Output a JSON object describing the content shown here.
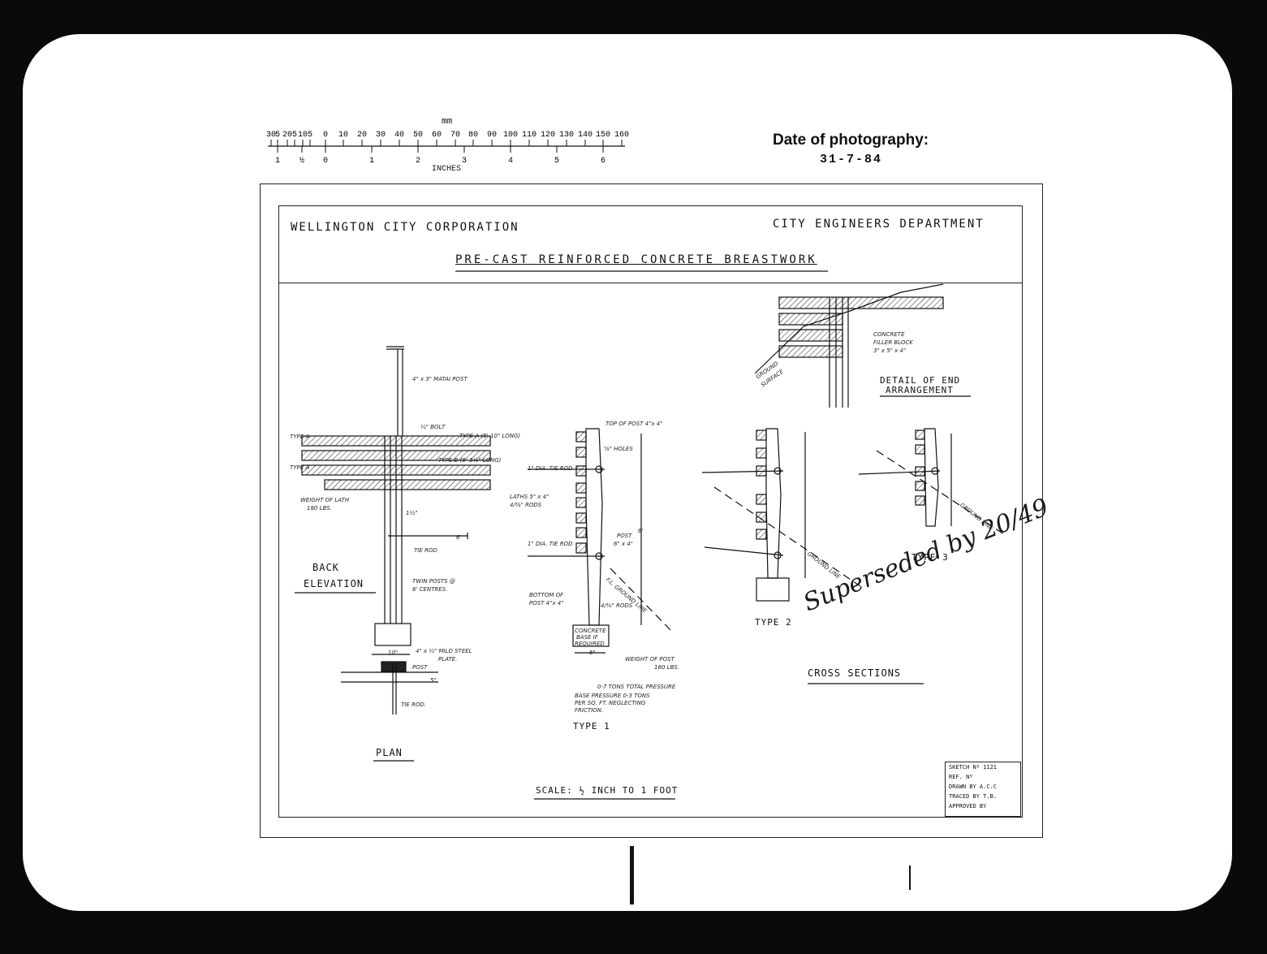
{
  "scale_bar": {
    "unit_mm": "mm",
    "mm_ticks": [
      "30",
      "5",
      "20",
      "5",
      "10",
      "5",
      "0",
      "10",
      "20",
      "30",
      "40",
      "50",
      "60",
      "70",
      "80",
      "90",
      "100",
      "110",
      "120",
      "130",
      "140",
      "150",
      "160"
    ],
    "inch_ticks": [
      "1",
      "½",
      "0",
      "1",
      "2",
      "3",
      "4",
      "5",
      "6"
    ],
    "unit_inches": "INCHES"
  },
  "photo_date": {
    "label": "Date of photography:",
    "value": "31-7-84"
  },
  "title_block": {
    "org": "WELLINGTON CITY CORPORATION",
    "dept": "CITY ENGINEERS DEPARTMENT",
    "title": "PRE-CAST REINFORCED CONCRETE BREASTWORK"
  },
  "views": {
    "back_elevation_line1": "BACK",
    "back_elevation_line2": "ELEVATION",
    "plan": "PLAN",
    "type1": "TYPE 1",
    "type2": "TYPE 2",
    "type3": "TYPE 3",
    "cross_sections": "CROSS SECTIONS",
    "detail_line1": "DETAIL OF END",
    "detail_line2": "ARRANGEMENT",
    "scale": "SCALE: ½ INCH TO 1 FOOT"
  },
  "notes": {
    "matai_post": "4\" x 3\" MATAI POST",
    "bolt": "½\" BOLT",
    "type_a_1": "TYPE A",
    "type_a_2": "TYPE A",
    "type_a_long": "TYPE A (5'-10\" LONG)",
    "type_b_long": "TYPE B (6'-3½\" LONG)",
    "weight_lath": "WEIGHT OF LATH",
    "weight_lath_value": "180 LBS.",
    "half_inch": "1½\"",
    "six_ft": "6'",
    "tie_rod": "TIE ROD",
    "twin_posts": "TWIN POSTS @",
    "twin_posts_2": "6' CENTRES.",
    "top_of_post": "TOP OF POST 4\"x 4\"",
    "holes": "⅝\" HOLES",
    "tie_rod_dia": "1\" DIA. TIE ROD",
    "laths": "LATHS 5\" x 4\"",
    "rods": "4/⅜\" RODS",
    "post": "POST",
    "post_size": "6\" x 4\"",
    "tie_rod_dia_2": "1\" DIA. TIE ROD",
    "bottom_of_post": "BOTTOM OF",
    "bottom_of_post_2": "POST 4\"x 4\"",
    "rods_2": "4/⅜\" RODS",
    "ground_line": "F.L. GROUND LINE",
    "concrete_base": "CONCRETE",
    "concrete_base_2": "BASE IF",
    "concrete_base_3": "REQUIRED",
    "weight_post": "WEIGHT OF POST",
    "weight_post_value": "160 LBS.",
    "pressure": "0-7 TONS TOTAL PRESSURE",
    "base_pressure": "BASE PRESSURE 0-3 TONS",
    "per_sq_ft": "PER SQ. FT. NEGLECTING",
    "friction": "FRICTION.",
    "mild_steel": "4\" x ½\" MILD STEEL",
    "plate": "PLATE.",
    "dim_10": "10\"",
    "dim_5": "5\"",
    "post_label": "POST",
    "tie_rod_plan": "TIE ROD.",
    "dim_6": "6\"",
    "dim_6ft": "6'",
    "concrete_filler": "CONCRETE",
    "filler_block": "FILLER BLOCK",
    "filler_size": "3\" x 5\" x 4\"",
    "ground_surface": "GROUND",
    "ground_surface_2": "SURFACE",
    "ground_line_2": "GROUND LINE",
    "ground_line_3": "GROUND LINE"
  },
  "sheet_info": {
    "sketch_no": "SKETCH Nº 1121",
    "ref_no": "REF. Nº",
    "drawn_by": "DRAWN BY  A.C.C",
    "traced_by": "TRACED BY  T.B.",
    "approved_by": "APPROVED BY"
  },
  "stamp": "Superseded by 20/49"
}
